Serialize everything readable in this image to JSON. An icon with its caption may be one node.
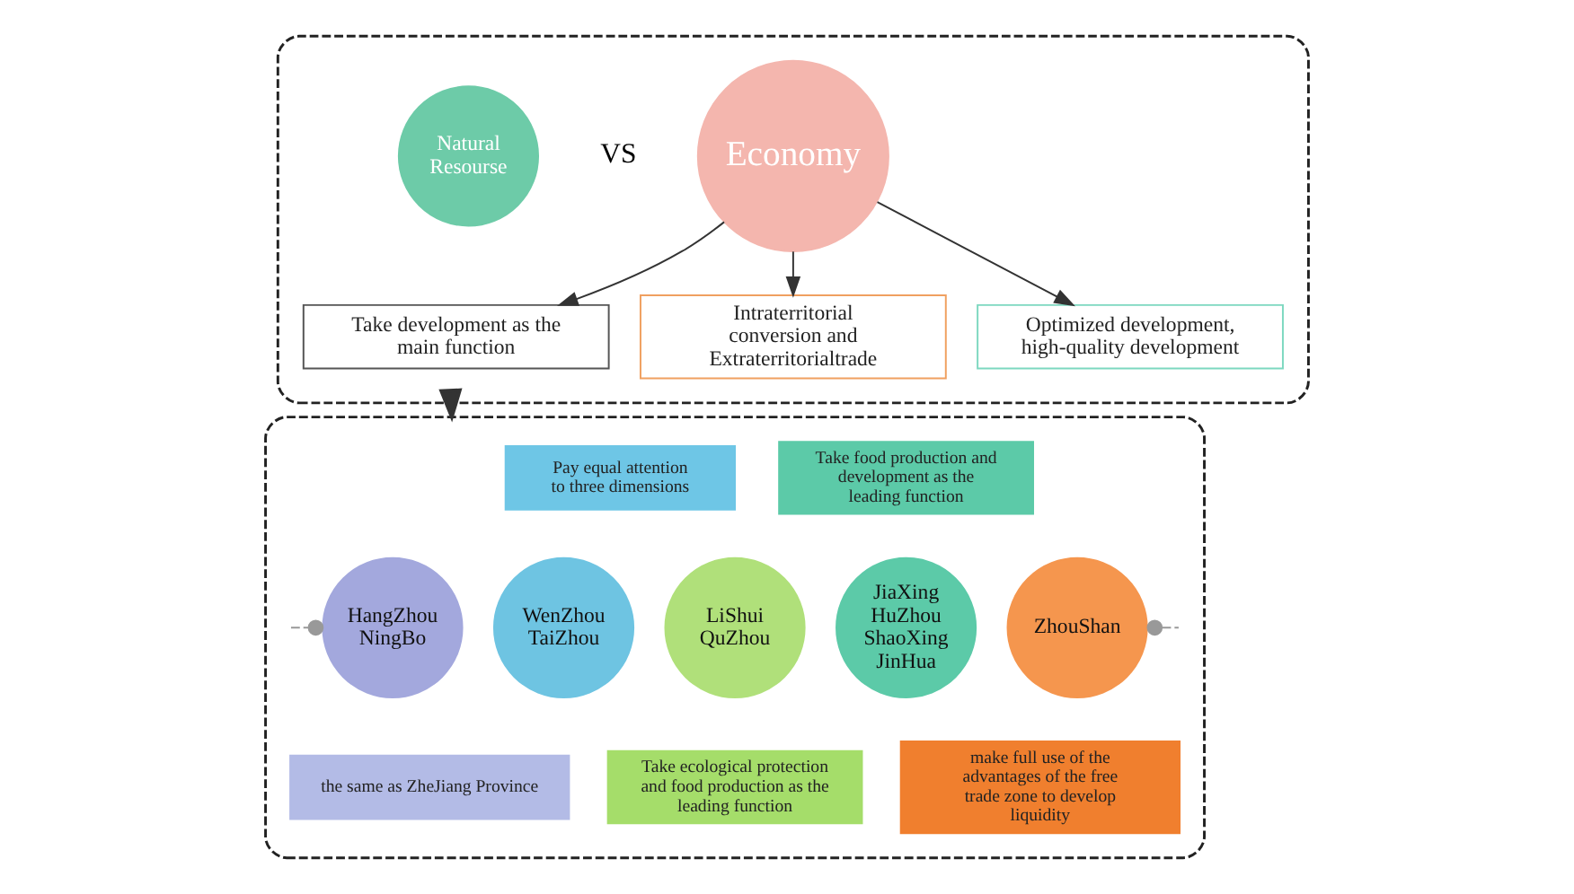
{
  "diagram": {
    "nodes": [
      {
        "text": [],
        "shape": "box"
      },
      {
        "text": [
          "Natural Resourse"
        ],
        "in": 0
      },
      {
        "text": [
          "Economy"
        ],
        "in": 0
      },
      {
        "text": [
          "Take development as the main function"
        ],
        "in": 0
      },
      {
        "text": [
          "Intraterritorial conversion and Extraterritorialtrade"
        ],
        "in": 0
      },
      {
        "text": [
          "Optimized development, high-quality development"
        ],
        "in": 0
      },
      {
        "text": [],
        "shape": "box"
      },
      {
        "text": [
          "Pay equal attention to three dimensions"
        ],
        "in": 6
      },
      {
        "text": [
          "Take food production and development as the leading function"
        ],
        "in": 6
      },
      {
        "text": [
          "HangZhou NingBo"
        ],
        "in": 6
      },
      {
        "text": [
          "WenZhou TaiZhou"
        ],
        "in": 6
      },
      {
        "text": [
          "LiShui QuZhou"
        ],
        "in": 6
      },
      {
        "text": [
          "JiaXing HuZhou ShaoXing JinHua"
        ],
        "in": 6
      },
      {
        "text": [
          "ZhouShan"
        ],
        "in": 6
      },
      {
        "text": [
          "the same as ZheJiang Province"
        ],
        "in": 6
      },
      {
        "text": [
          "Take ecological protection and food production as the leading function"
        ],
        "in": 6
      },
      {
        "text": [
          "make full use of the advantages of the free trade zone to develop liquidity"
        ],
        "in": 6
      }
    ],
    "edges": [
      {
        "from": 2,
        "to": 3,
        "arrow": "to"
      },
      {
        "from": 2,
        "to": 4,
        "arrow": "to"
      },
      {
        "from": 2,
        "to": 5,
        "arrow": "to"
      },
      {
        "from": 0,
        "to": 6,
        "arrow": "to"
      },
      {
        "from": null,
        "to": 9,
        "arrow": "other",
        "style": "dashed",
        "color": "#999999"
      },
      {
        "from": 13,
        "to": null,
        "arrow": "other",
        "style": "dashed",
        "color": "#999999"
      }
    ],
    "labels": [
      "VS"
    ]
  }
}
